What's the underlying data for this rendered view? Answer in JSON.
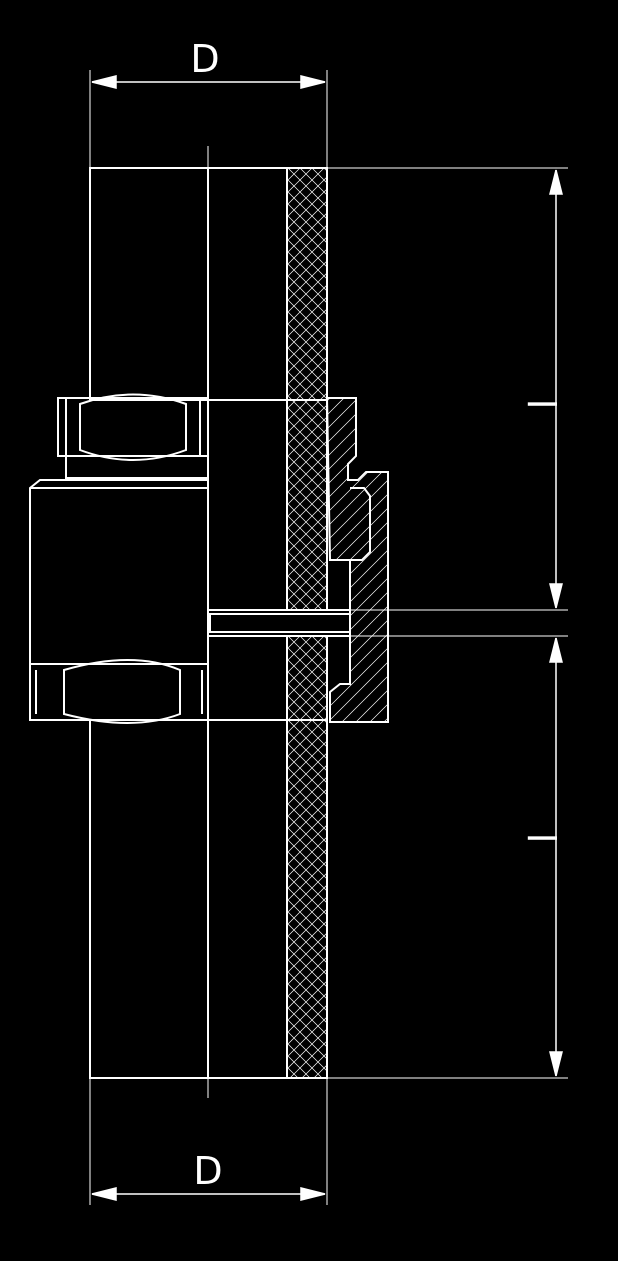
{
  "colors": {
    "background": "#000000",
    "line": "#ffffff"
  },
  "dimensions": {
    "top_diameter": "D",
    "bottom_diameter": "D",
    "upper_length": "l",
    "lower_length": "l"
  }
}
